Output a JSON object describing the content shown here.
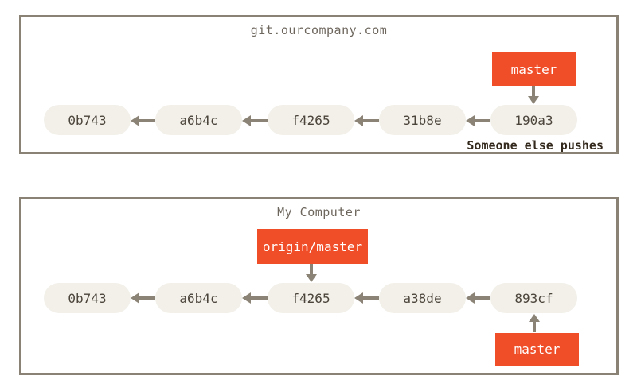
{
  "colors": {
    "background": "#ffffff",
    "box_border": "#8a8275",
    "commit_fill": "#f2f0e9",
    "commit_text": "#4b443b",
    "arrow": "#8b8376",
    "branch_fill": "#f04e28",
    "branch_text": "#ffffff",
    "title_text": "#6d665d",
    "annotation_text": "#33291c"
  },
  "remote": {
    "title": "git.ourcompany.com",
    "branch_label": "master",
    "annotation": "Someone else pushes",
    "commits": [
      "0b743",
      "a6b4c",
      "f4265",
      "31b8e",
      "190a3"
    ]
  },
  "local": {
    "title": "My Computer",
    "remote_tracking_label": "origin/master",
    "branch_label": "master",
    "commits": [
      "0b743",
      "a6b4c",
      "f4265",
      "a38de",
      "893cf"
    ]
  }
}
